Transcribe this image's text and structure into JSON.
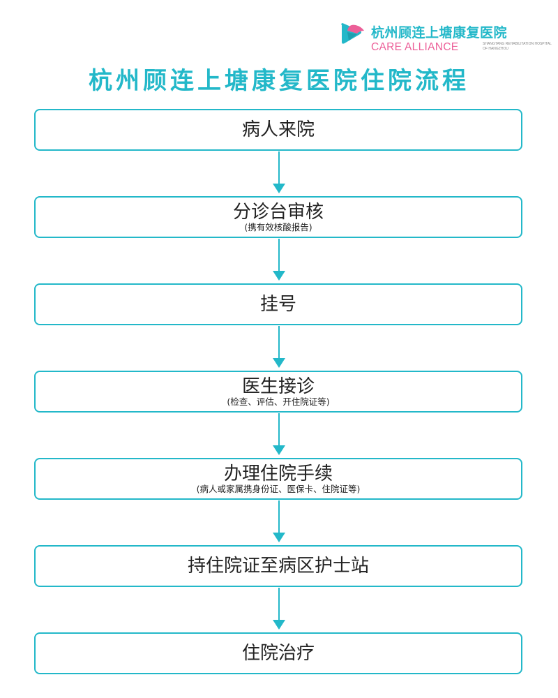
{
  "logo": {
    "name_cn": "杭州顾连上塘康复医院",
    "name_en": "CARE ALLIANCE",
    "name_sub": "SHANGTANG REHABILITATION HOSPITAL OF HANGZHOU",
    "icon": "care-alliance-logo-icon",
    "colors": {
      "teal": "#23b8c9",
      "pink": "#ec5f98"
    }
  },
  "title": "杭州顾连上塘康复医院住院流程",
  "accent_color": "#23b8c9",
  "steps": [
    {
      "label": "病人来院",
      "note": ""
    },
    {
      "label": "分诊台审核",
      "note": "(携有效核酸报告)"
    },
    {
      "label": "挂号",
      "note": ""
    },
    {
      "label": "医生接诊",
      "note": "(检查、评估、开住院证等)"
    },
    {
      "label": "办理住院手续",
      "note": "(病人或家属携身份证、医保卡、住院证等)"
    },
    {
      "label": "持住院证至病区护士站",
      "note": ""
    },
    {
      "label": "住院治疗",
      "note": ""
    }
  ]
}
